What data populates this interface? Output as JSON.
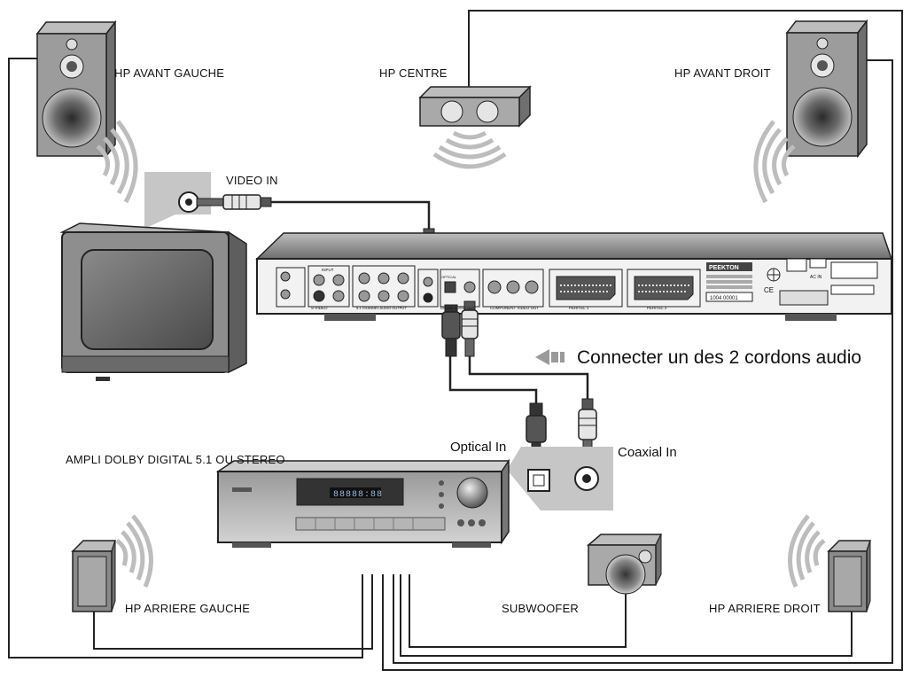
{
  "labels": {
    "front_left": "HP AVANT GAUCHE",
    "center": "HP CENTRE",
    "front_right": "HP AVANT DROIT",
    "video_in": "VIDEO IN",
    "instruction": "Connecter un des 2 cordons audio",
    "optical_in": "Optical In",
    "coaxial_in": "Coaxial In",
    "amplifier": "AMPLI DOLBY DIGITAL 5.1 OU STEREO",
    "rear_left": "HP ARRIERE GAUCHE",
    "subwoofer": "SUBWOOFER",
    "rear_right": "HP ARRIERE DROIT"
  },
  "player_panel": {
    "brand": "PEEKTON",
    "peritel_1": "PERITEL 1",
    "peritel_2": "PERITEL 2",
    "component_video_out": "COMPONENT VIDEO OUT",
    "digital_audio_out": "DIGITAL AUDIO OUT",
    "optical": "OPTICAL",
    "ch51_audio_output": "5.1 CHANNEL AUDIO OUTPUT",
    "input": "INPUT",
    "s_video": "S-VIDEO",
    "ac_in": "AC IN",
    "serial": "1004 00001",
    "ce": "CE"
  },
  "amp_display": "88888:88"
}
